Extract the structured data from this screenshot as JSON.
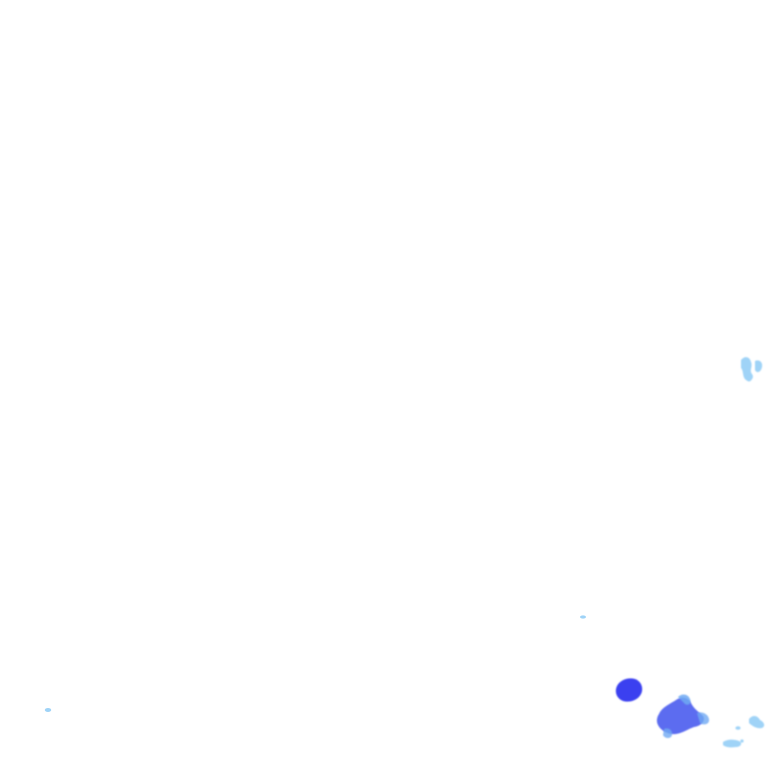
{
  "map": {
    "layer": "precipitation-radar-overlay",
    "background": "#ffffff",
    "intensity_colors": {
      "light": "#9fd3f7",
      "light_moderate": "#6fa9f2",
      "moderate": "#5b6cf0",
      "heavy": "#3a3ff0"
    },
    "echoes": [
      {
        "id": "echo-east-edge",
        "intensity": "light"
      },
      {
        "id": "echo-speck-south-central",
        "intensity": "light"
      },
      {
        "id": "echo-speck-southwest",
        "intensity": "light"
      },
      {
        "id": "echo-cell-core",
        "intensity": "heavy"
      },
      {
        "id": "echo-cluster-main",
        "intensity": "moderate"
      },
      {
        "id": "echo-cluster-fringe",
        "intensity": "light_moderate"
      },
      {
        "id": "echo-southeast-scatter",
        "intensity": "light"
      }
    ]
  }
}
